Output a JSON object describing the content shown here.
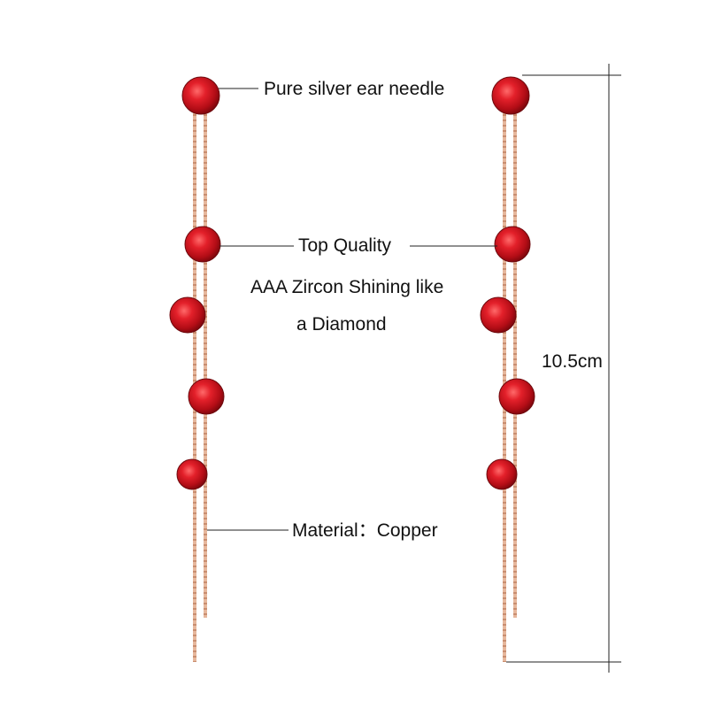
{
  "annotations": {
    "ear_needle": "Pure silver ear needle",
    "top_quality": "Top Quality",
    "zircon_line1": "AAA Zircon Shining like",
    "zircon_line2": "a Diamond",
    "material": "Material：Copper",
    "length": "10.5cm"
  },
  "colors": {
    "background": "#ffffff",
    "stone": "#d3131d",
    "stone_dark": "#8e0a10",
    "chain": "#d9a88c",
    "line": "#222222"
  },
  "product": {
    "type": "drop earrings",
    "stones_per_earring": 5
  }
}
